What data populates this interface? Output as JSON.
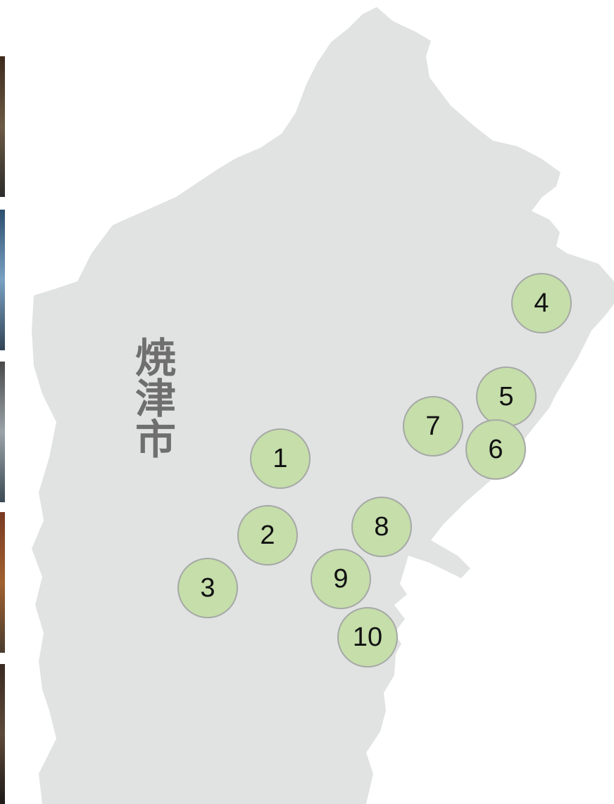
{
  "city_name": "焼津市",
  "colors": {
    "region_fill": "#e1e2e2",
    "marker_fill": "#c5deaa",
    "marker_border": "#a6a8a6",
    "label_color": "#6f6f6f"
  },
  "markers": [
    {
      "label": "1"
    },
    {
      "label": "2"
    },
    {
      "label": "3"
    },
    {
      "label": "4"
    },
    {
      "label": "5"
    },
    {
      "label": "6"
    },
    {
      "label": "7"
    },
    {
      "label": "8"
    },
    {
      "label": "9"
    },
    {
      "label": "10"
    }
  ]
}
